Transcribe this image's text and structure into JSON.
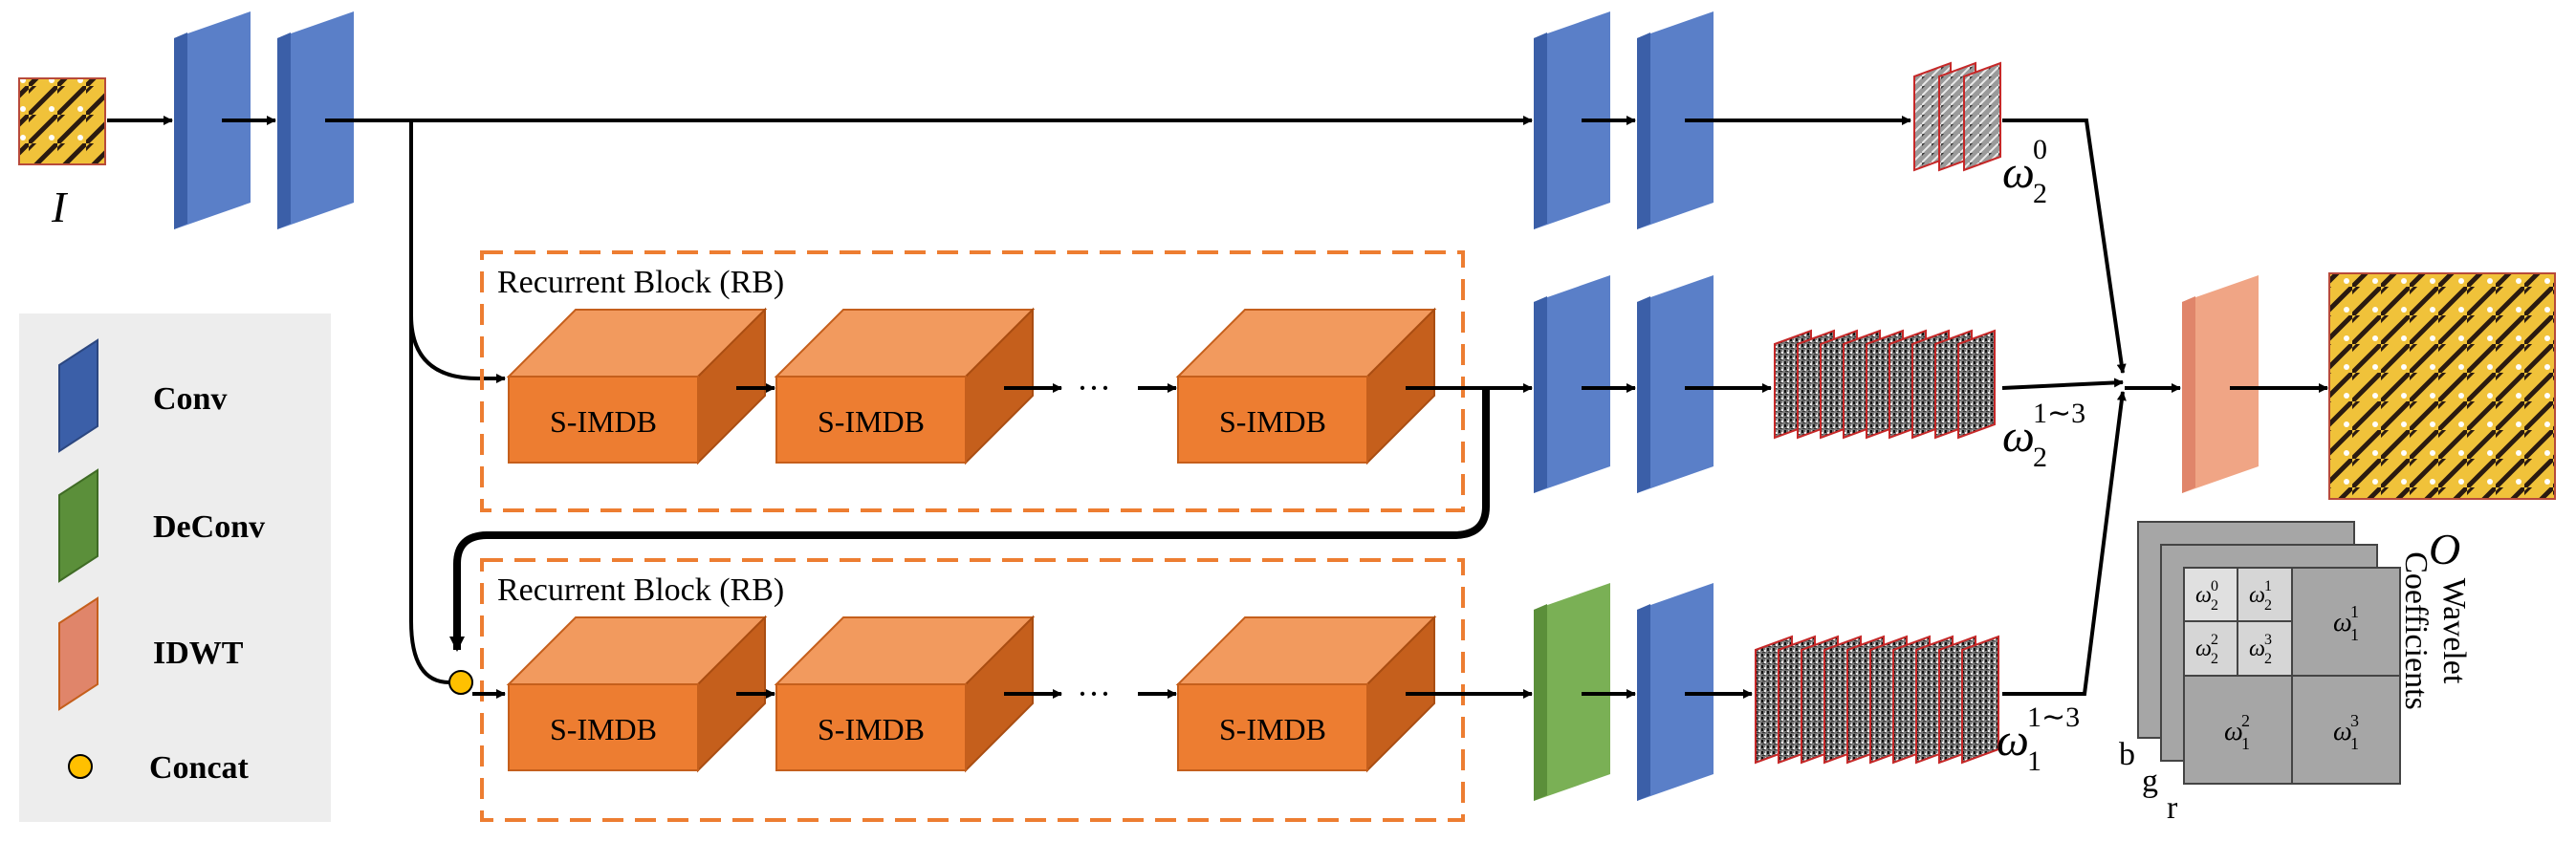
{
  "input_label": "I",
  "output_label": "O",
  "recurrent_block_label": "Recurrent Block (RB)",
  "block_label": "S-IMDB",
  "ellipsis": "···",
  "outputs": {
    "w20": {
      "base": "ω",
      "sub": "2",
      "sup": "0"
    },
    "w213": {
      "base": "ω",
      "sub": "2",
      "sup": "1∼3"
    },
    "w113": {
      "base": "ω",
      "sub": "1",
      "sup": "1∼3"
    }
  },
  "legend": {
    "conv": "Conv",
    "deconv": "DeConv",
    "idwt": "IDWT",
    "concat": "Concat"
  },
  "wavelet": {
    "title_line1": "Wavelet",
    "title_line2": "Coefficients",
    "channels": [
      "b",
      "g",
      "r"
    ],
    "cells": {
      "w20": {
        "base": "ω",
        "sub": "2",
        "sup": "0"
      },
      "w21": {
        "base": "ω",
        "sub": "2",
        "sup": "1"
      },
      "w22": {
        "base": "ω",
        "sub": "2",
        "sup": "2"
      },
      "w23": {
        "base": "ω",
        "sub": "2",
        "sup": "3"
      },
      "w11": {
        "base": "ω",
        "sub": "1",
        "sup": "1"
      },
      "w12": {
        "base": "ω",
        "sub": "1",
        "sup": "2"
      },
      "w13": {
        "base": "ω",
        "sub": "1",
        "sup": "3"
      }
    }
  },
  "colors": {
    "conv_face": "#3b5fa8",
    "conv_side": "#5a7fc8",
    "deconv_face": "#5b8f3a",
    "deconv_side": "#7ab055",
    "idwt_face": "#e0856a",
    "block_front": "#ed7d31",
    "block_top": "#f29a5e",
    "block_side": "#c55f1c",
    "dashed_border": "#ed7d31",
    "legend_bg": "#ededed",
    "concat": "#ffc000"
  }
}
